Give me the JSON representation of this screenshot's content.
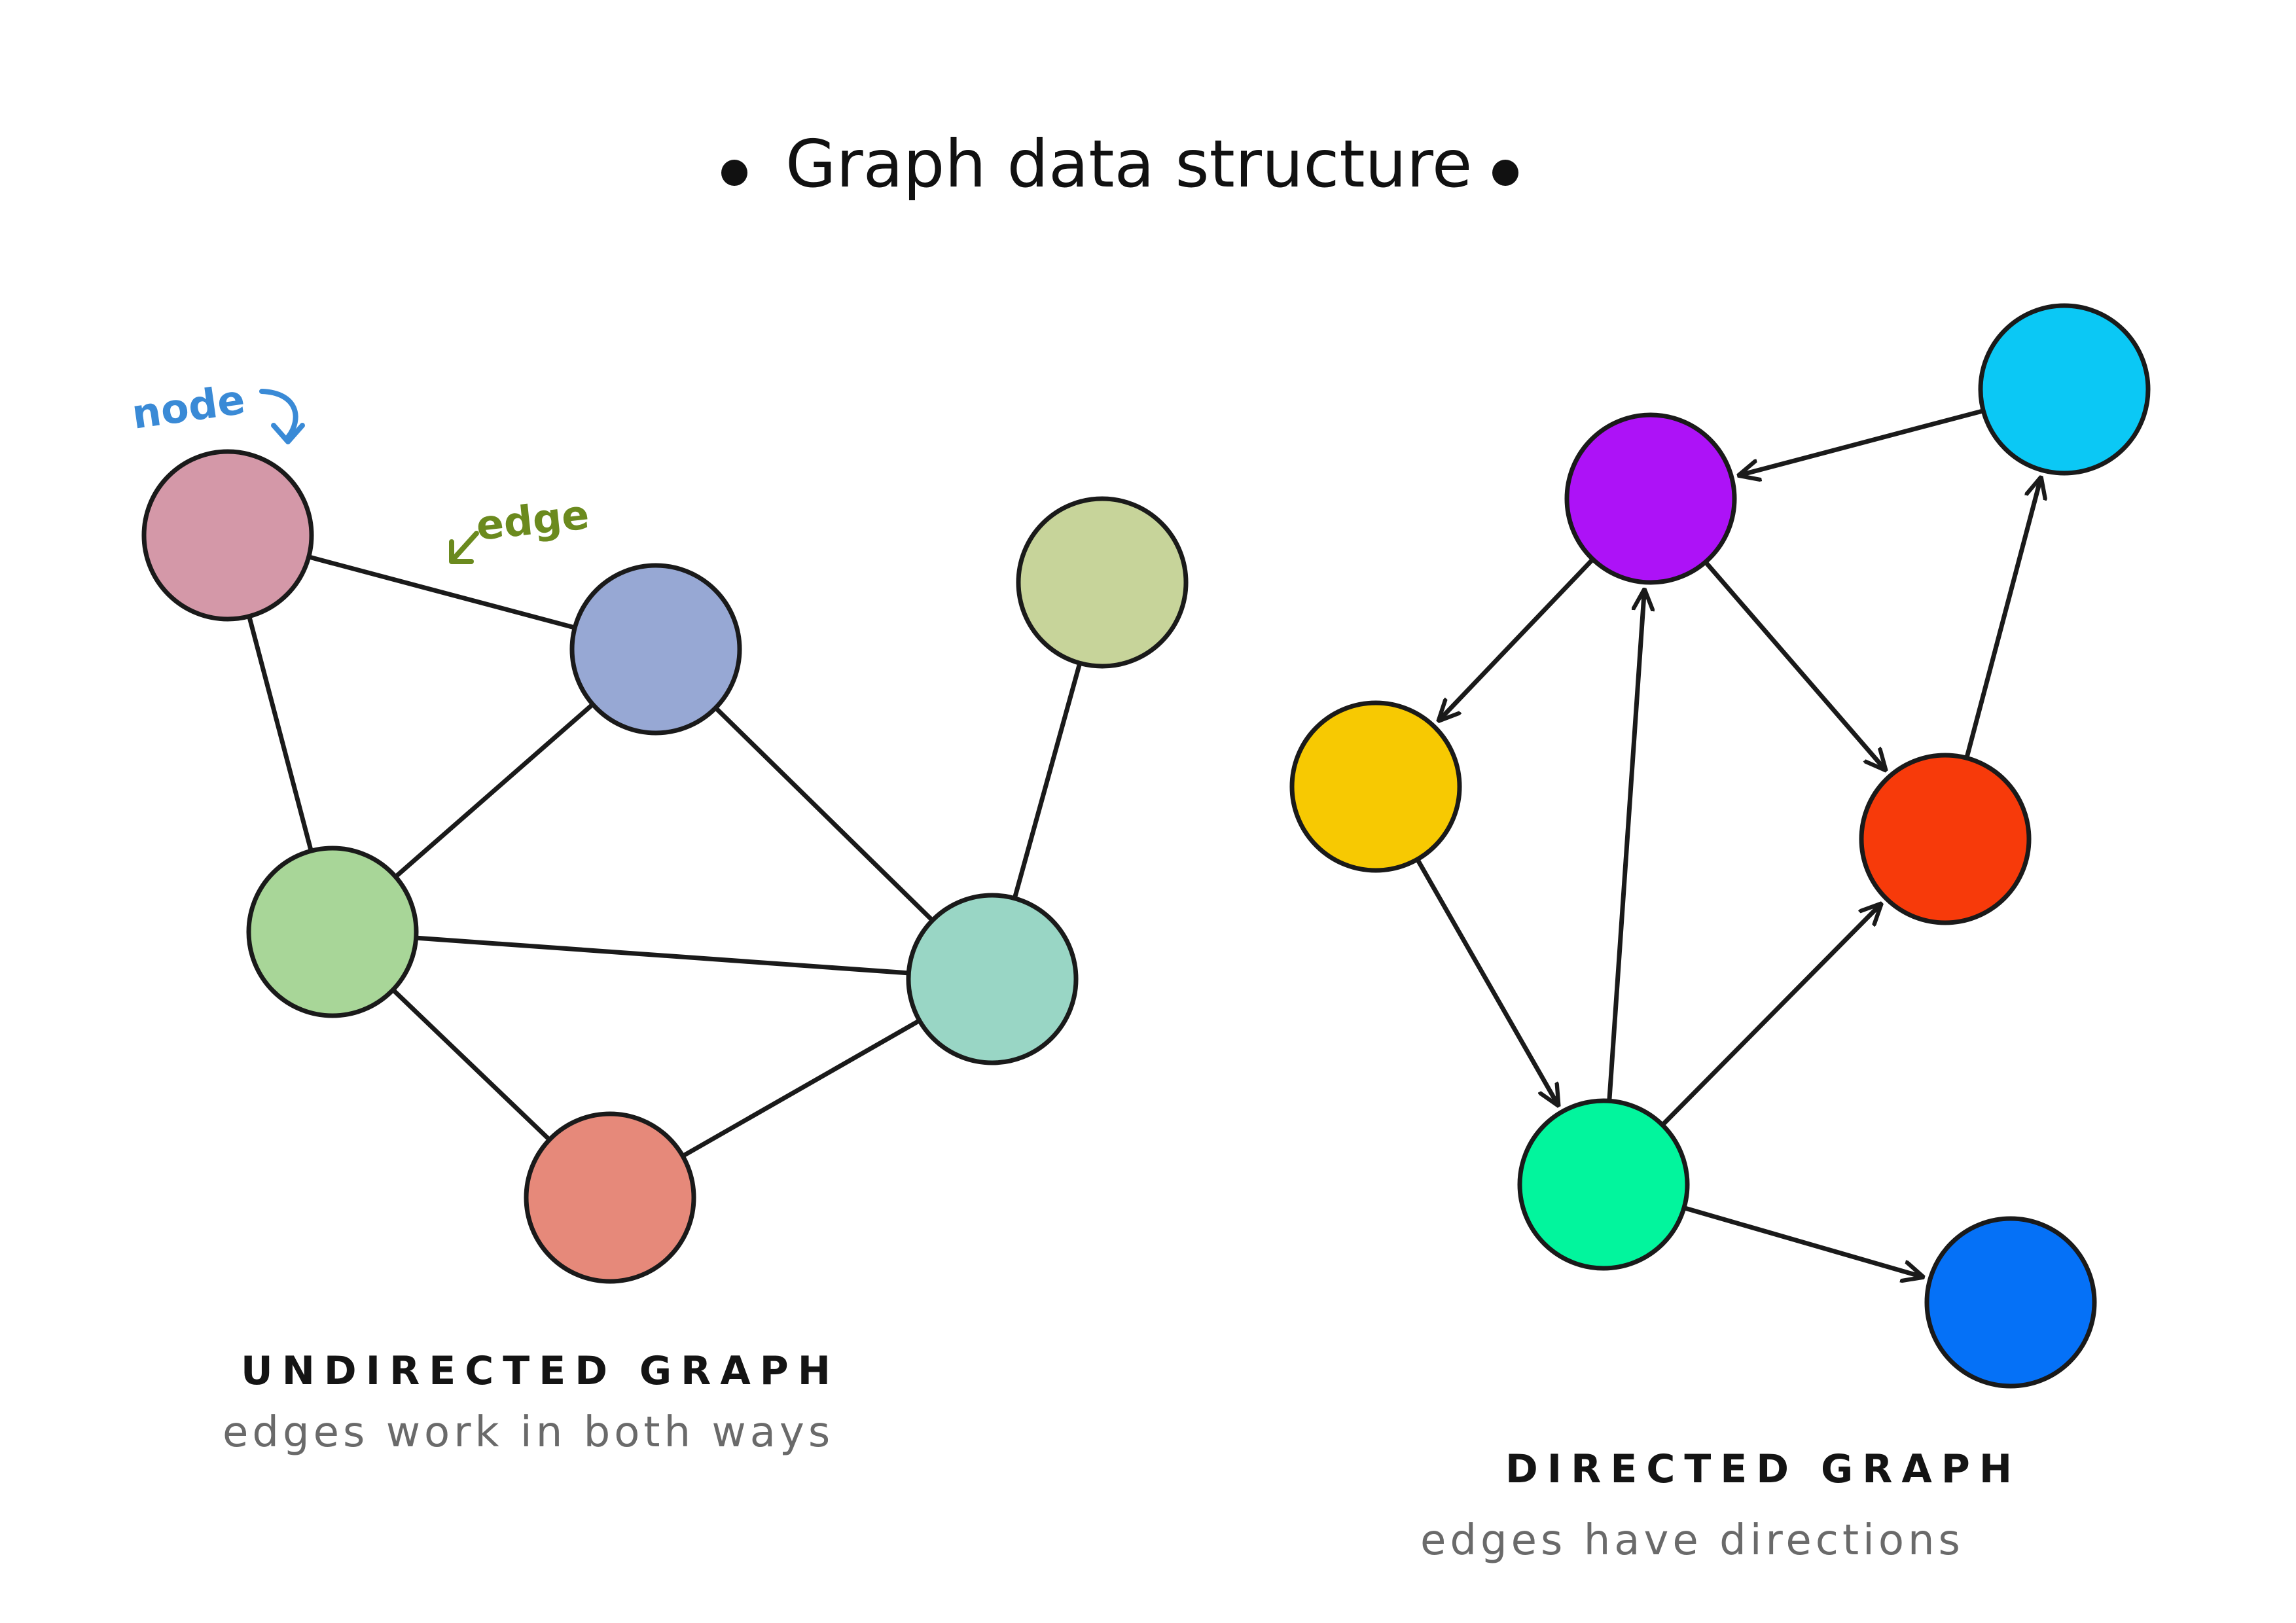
{
  "title": "Graph data structure",
  "colors": {
    "ink": "#1a1a1a",
    "subtext": "#6a6a6a",
    "node_annotation": "#3a8ad6",
    "edge_annotation": "#6b8a1e"
  },
  "annotations": {
    "node": "node",
    "edge": "edge"
  },
  "undirected": {
    "label": "UNDIRECTED GRAPH",
    "sublabel": "edges work in both ways",
    "nodes": [
      {
        "id": "pink",
        "color": "#d498a8"
      },
      {
        "id": "blue",
        "color": "#97a8d4"
      },
      {
        "id": "olive",
        "color": "#c7d49a"
      },
      {
        "id": "green",
        "color": "#a8d698"
      },
      {
        "id": "teal",
        "color": "#99d6c5"
      },
      {
        "id": "salmon",
        "color": "#e6897a"
      }
    ],
    "edges": [
      [
        "pink",
        "blue"
      ],
      [
        "pink",
        "green"
      ],
      [
        "blue",
        "green"
      ],
      [
        "blue",
        "teal"
      ],
      [
        "olive",
        "teal"
      ],
      [
        "green",
        "teal"
      ],
      [
        "green",
        "salmon"
      ],
      [
        "teal",
        "salmon"
      ]
    ]
  },
  "directed": {
    "label": "DIRECTED GRAPH",
    "sublabel": "edges have directions",
    "nodes": [
      {
        "id": "cyan",
        "color": "#0bc8f5"
      },
      {
        "id": "purple",
        "color": "#ad12f7"
      },
      {
        "id": "yellow",
        "color": "#f7c902"
      },
      {
        "id": "red",
        "color": "#f73a0a"
      },
      {
        "id": "mint",
        "color": "#02f59d"
      },
      {
        "id": "navy",
        "color": "#0571f7"
      }
    ],
    "edges": [
      [
        "cyan",
        "purple"
      ],
      [
        "purple",
        "yellow"
      ],
      [
        "purple",
        "red"
      ],
      [
        "yellow",
        "mint"
      ],
      [
        "mint",
        "purple"
      ],
      [
        "mint",
        "red"
      ],
      [
        "red",
        "cyan"
      ],
      [
        "mint",
        "navy"
      ]
    ]
  }
}
